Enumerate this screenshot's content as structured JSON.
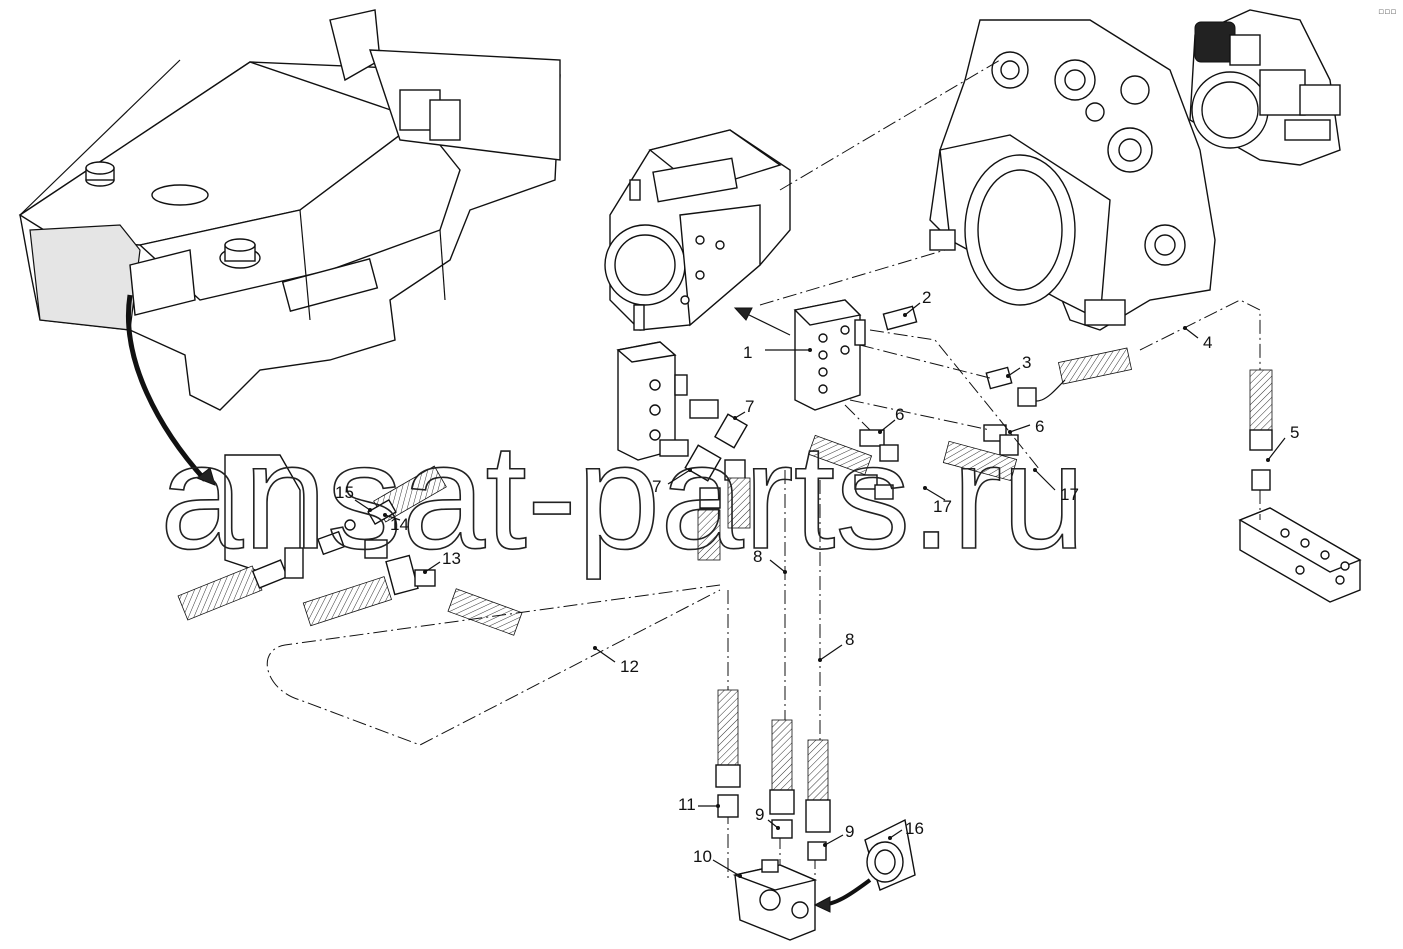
{
  "watermark": "ansat-parts.ru",
  "corner_mark": "▫▫▫",
  "callouts": [
    {
      "id": "c1",
      "label": "1"
    },
    {
      "id": "c2",
      "label": "2"
    },
    {
      "id": "c3",
      "label": "3"
    },
    {
      "id": "c4",
      "label": "4"
    },
    {
      "id": "c5",
      "label": "5"
    },
    {
      "id": "c6a",
      "label": "6"
    },
    {
      "id": "c6b",
      "label": "6"
    },
    {
      "id": "c7a",
      "label": "7"
    },
    {
      "id": "c7b",
      "label": "7"
    },
    {
      "id": "c8a",
      "label": "8"
    },
    {
      "id": "c8b",
      "label": "8"
    },
    {
      "id": "c9a",
      "label": "9"
    },
    {
      "id": "c9b",
      "label": "9"
    },
    {
      "id": "c10",
      "label": "10"
    },
    {
      "id": "c11",
      "label": "11"
    },
    {
      "id": "c12",
      "label": "12"
    },
    {
      "id": "c13",
      "label": "13"
    },
    {
      "id": "c14",
      "label": "14"
    },
    {
      "id": "c15",
      "label": "15"
    },
    {
      "id": "c16",
      "label": "16"
    },
    {
      "id": "c17a",
      "label": "17"
    },
    {
      "id": "c17b",
      "label": "17"
    }
  ]
}
